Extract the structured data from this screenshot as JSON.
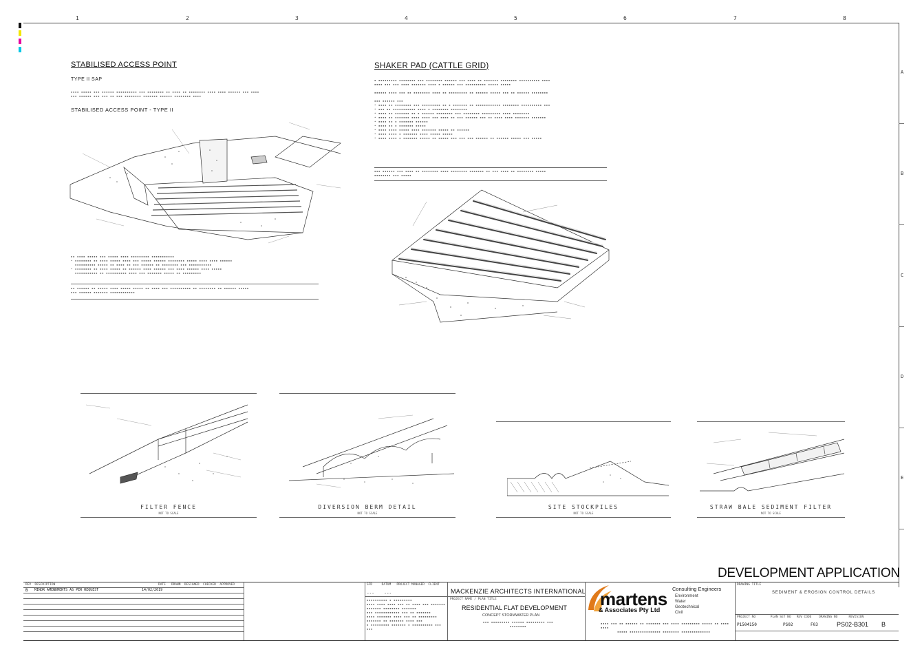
{
  "sheet": {
    "column_numbers": [
      "1",
      "2",
      "3",
      "4",
      "5",
      "6",
      "7",
      "8"
    ],
    "row_letters": [
      "A",
      "B",
      "C",
      "D",
      "E"
    ]
  },
  "sap": {
    "title": "STABILISED ACCESS POINT",
    "type": "TYPE II SAP",
    "subheading": "STABILISED ACCESS POINT - TYPE II"
  },
  "shaker": {
    "title": "SHAKER PAD (CATTLE GRID)"
  },
  "details": [
    {
      "title": "FILTER FENCE",
      "scale": "NOT TO SCALE"
    },
    {
      "title": "DIVERSION BERM DETAIL",
      "scale": "NOT TO SCALE"
    },
    {
      "title": "SITE STOCKPILES",
      "scale": "NOT TO SCALE"
    },
    {
      "title": "STRAW BALE SEDIMENT FILTER",
      "scale": "NOT TO SCALE"
    }
  ],
  "stamp": {
    "text": "DEVELOPMENT APPLICATION"
  },
  "revision": {
    "rev": "B",
    "description": "MINOR AMENDMENTS AS PER REQUEST",
    "date": "14/02/2019"
  },
  "titleblock": {
    "client": "MACKENZIE ARCHITECTS INTERNATIONAL",
    "project": "RESIDENTIAL FLAT DEVELOPMENT",
    "plan": "CONCEPT STORMWATER PLAN",
    "drawing_title": "SEDIMENT & EROSION CONTROL DETAILS",
    "project_no": "P1504150",
    "plan_set": "PS02",
    "rev_code": "F03",
    "sheet_no": "PS02-B301",
    "rev": "B"
  },
  "consultant": {
    "logo": "martens",
    "logo_sub": "& Associates Pty Ltd",
    "tagline": "Consulting Engineers",
    "disciplines": [
      "Environment",
      "Water",
      "Geotechnical",
      "Civil"
    ]
  }
}
